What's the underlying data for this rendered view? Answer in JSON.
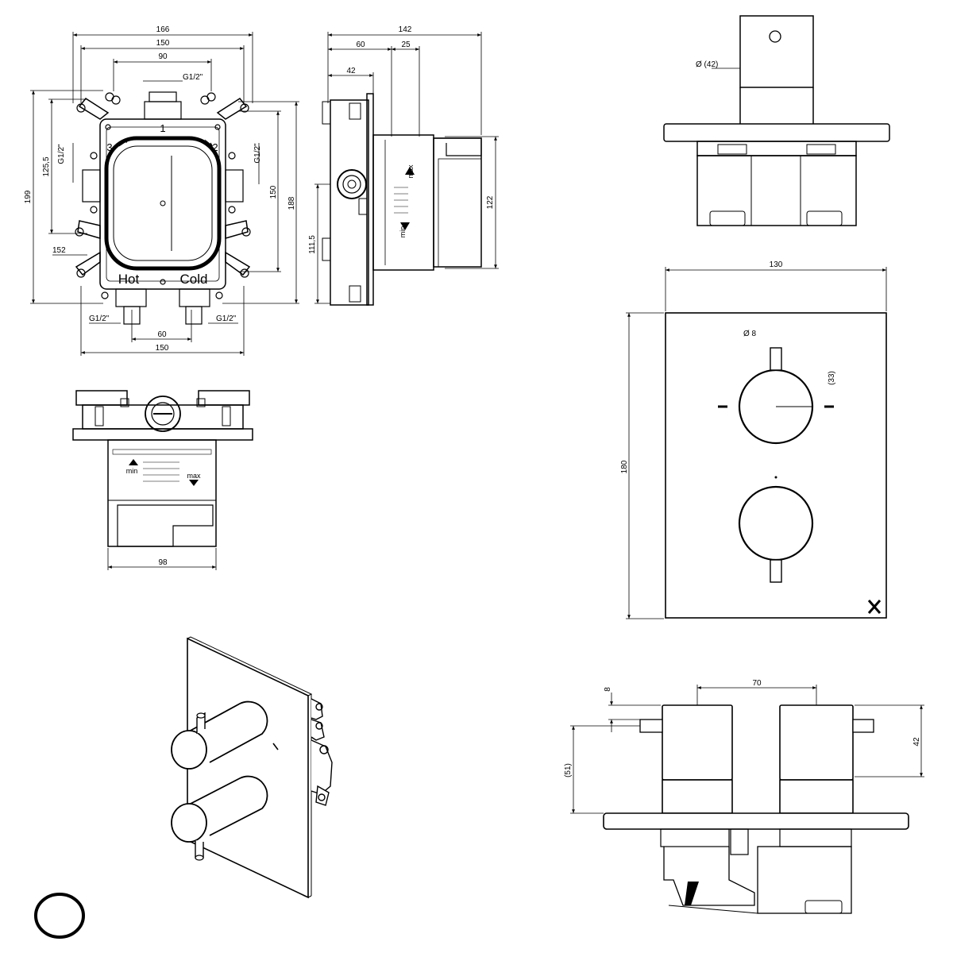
{
  "front_view": {
    "dims": {
      "w166": "166",
      "w150_top": "150",
      "w90": "90",
      "h199": "199",
      "h125_5": "125,5",
      "h150": "150",
      "h188": "188",
      "d152": "152",
      "w60": "60",
      "w150_bottom": "150"
    },
    "threads": {
      "top": "G1/2\"",
      "left": "G1/2\"",
      "right": "G1/2\"",
      "bottom_left": "G1/2\"",
      "bottom_right": "G1/2\""
    },
    "outlets": {
      "n1": "1",
      "n2": "2",
      "n3": "3"
    },
    "labels": {
      "hot": "Hot",
      "cold": "Cold"
    }
  },
  "side_view": {
    "dims": {
      "w142": "142",
      "w60": "60",
      "w25": "25",
      "w42": "42",
      "h122": "122",
      "h111_5": "111,5"
    },
    "marks": {
      "min": "min",
      "max": "max"
    }
  },
  "top_view": {
    "dims": {
      "w98": "98"
    },
    "marks": {
      "min": "min",
      "max": "max"
    }
  },
  "handle_view": {
    "dims": {
      "diameter": "Ø (42)"
    }
  },
  "plate_view": {
    "dims": {
      "w130": "130",
      "h180": "180",
      "pin": "Ø 8",
      "offset": "(33)"
    }
  },
  "assembled_side_view": {
    "dims": {
      "w70": "70",
      "h8": "8",
      "h42": "42",
      "h51": "(51)"
    }
  },
  "iso_view": {}
}
